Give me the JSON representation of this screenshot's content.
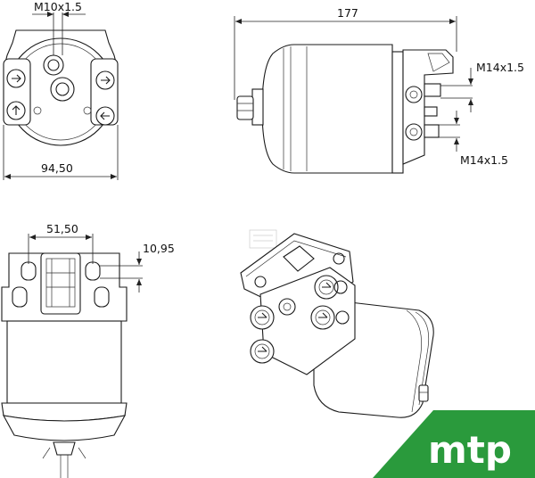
{
  "dimensions": {
    "front_thread": "M10x1.5",
    "front_width": "94,50",
    "side_length": "177",
    "side_thread_top": "M14x1.5",
    "side_thread_bottom": "M14x1.5",
    "rear_width": "51,50",
    "rear_offset": "10,95"
  },
  "brand": {
    "logo_text": "mtp",
    "logo_color": "#2a9a3c"
  }
}
